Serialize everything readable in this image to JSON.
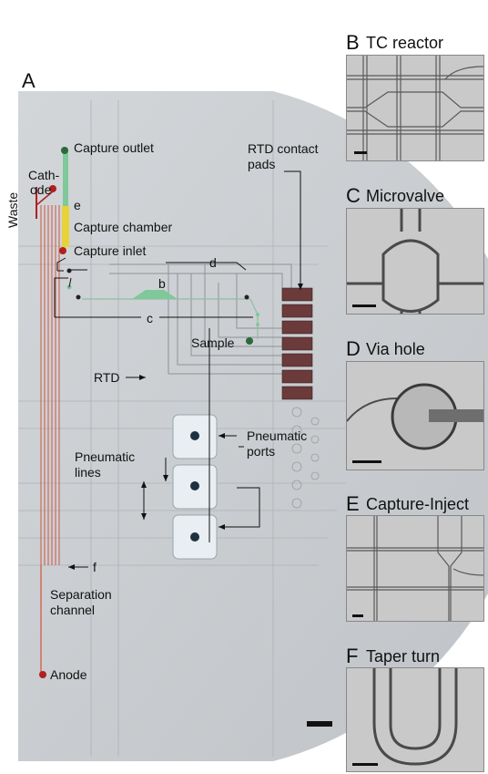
{
  "main_panel": {
    "letter": "A",
    "labels": {
      "capture_outlet": "Capture outlet",
      "cathode_1": "Cath-",
      "cathode_2": "ode",
      "e": "e",
      "capture_chamber": "Capture chamber",
      "capture_inlet": "Capture inlet",
      "waste": "Waste",
      "rtd_contact_pads_1": "RTD contact",
      "rtd_contact_pads_2": "pads",
      "d": "d",
      "b": "b",
      "c": "c",
      "sample": "Sample",
      "rtd": "RTD",
      "pneumatic_lines_1": "Pneumatic",
      "pneumatic_lines_2": "lines",
      "pneumatic_ports_1": "Pneumatic",
      "pneumatic_ports_2": "ports",
      "f": "f",
      "separation_channel_1": "Separation",
      "separation_channel_2": "channel",
      "anode": "Anode"
    }
  },
  "side_panels": [
    {
      "letter": "B",
      "title": "TC reactor"
    },
    {
      "letter": "C",
      "title": "Microvalve"
    },
    {
      "letter": "D",
      "title": "Via hole"
    },
    {
      "letter": "E",
      "title": "Capture-Inject"
    },
    {
      "letter": "F",
      "title": "Taper turn"
    }
  ],
  "colors": {
    "electrode_red": "#b02020",
    "capture_green": "#7ec89a",
    "capture_yellow": "#e8d23a",
    "pad_brown": "#6b3a3a",
    "chip_gray": "#c8cbcf"
  }
}
